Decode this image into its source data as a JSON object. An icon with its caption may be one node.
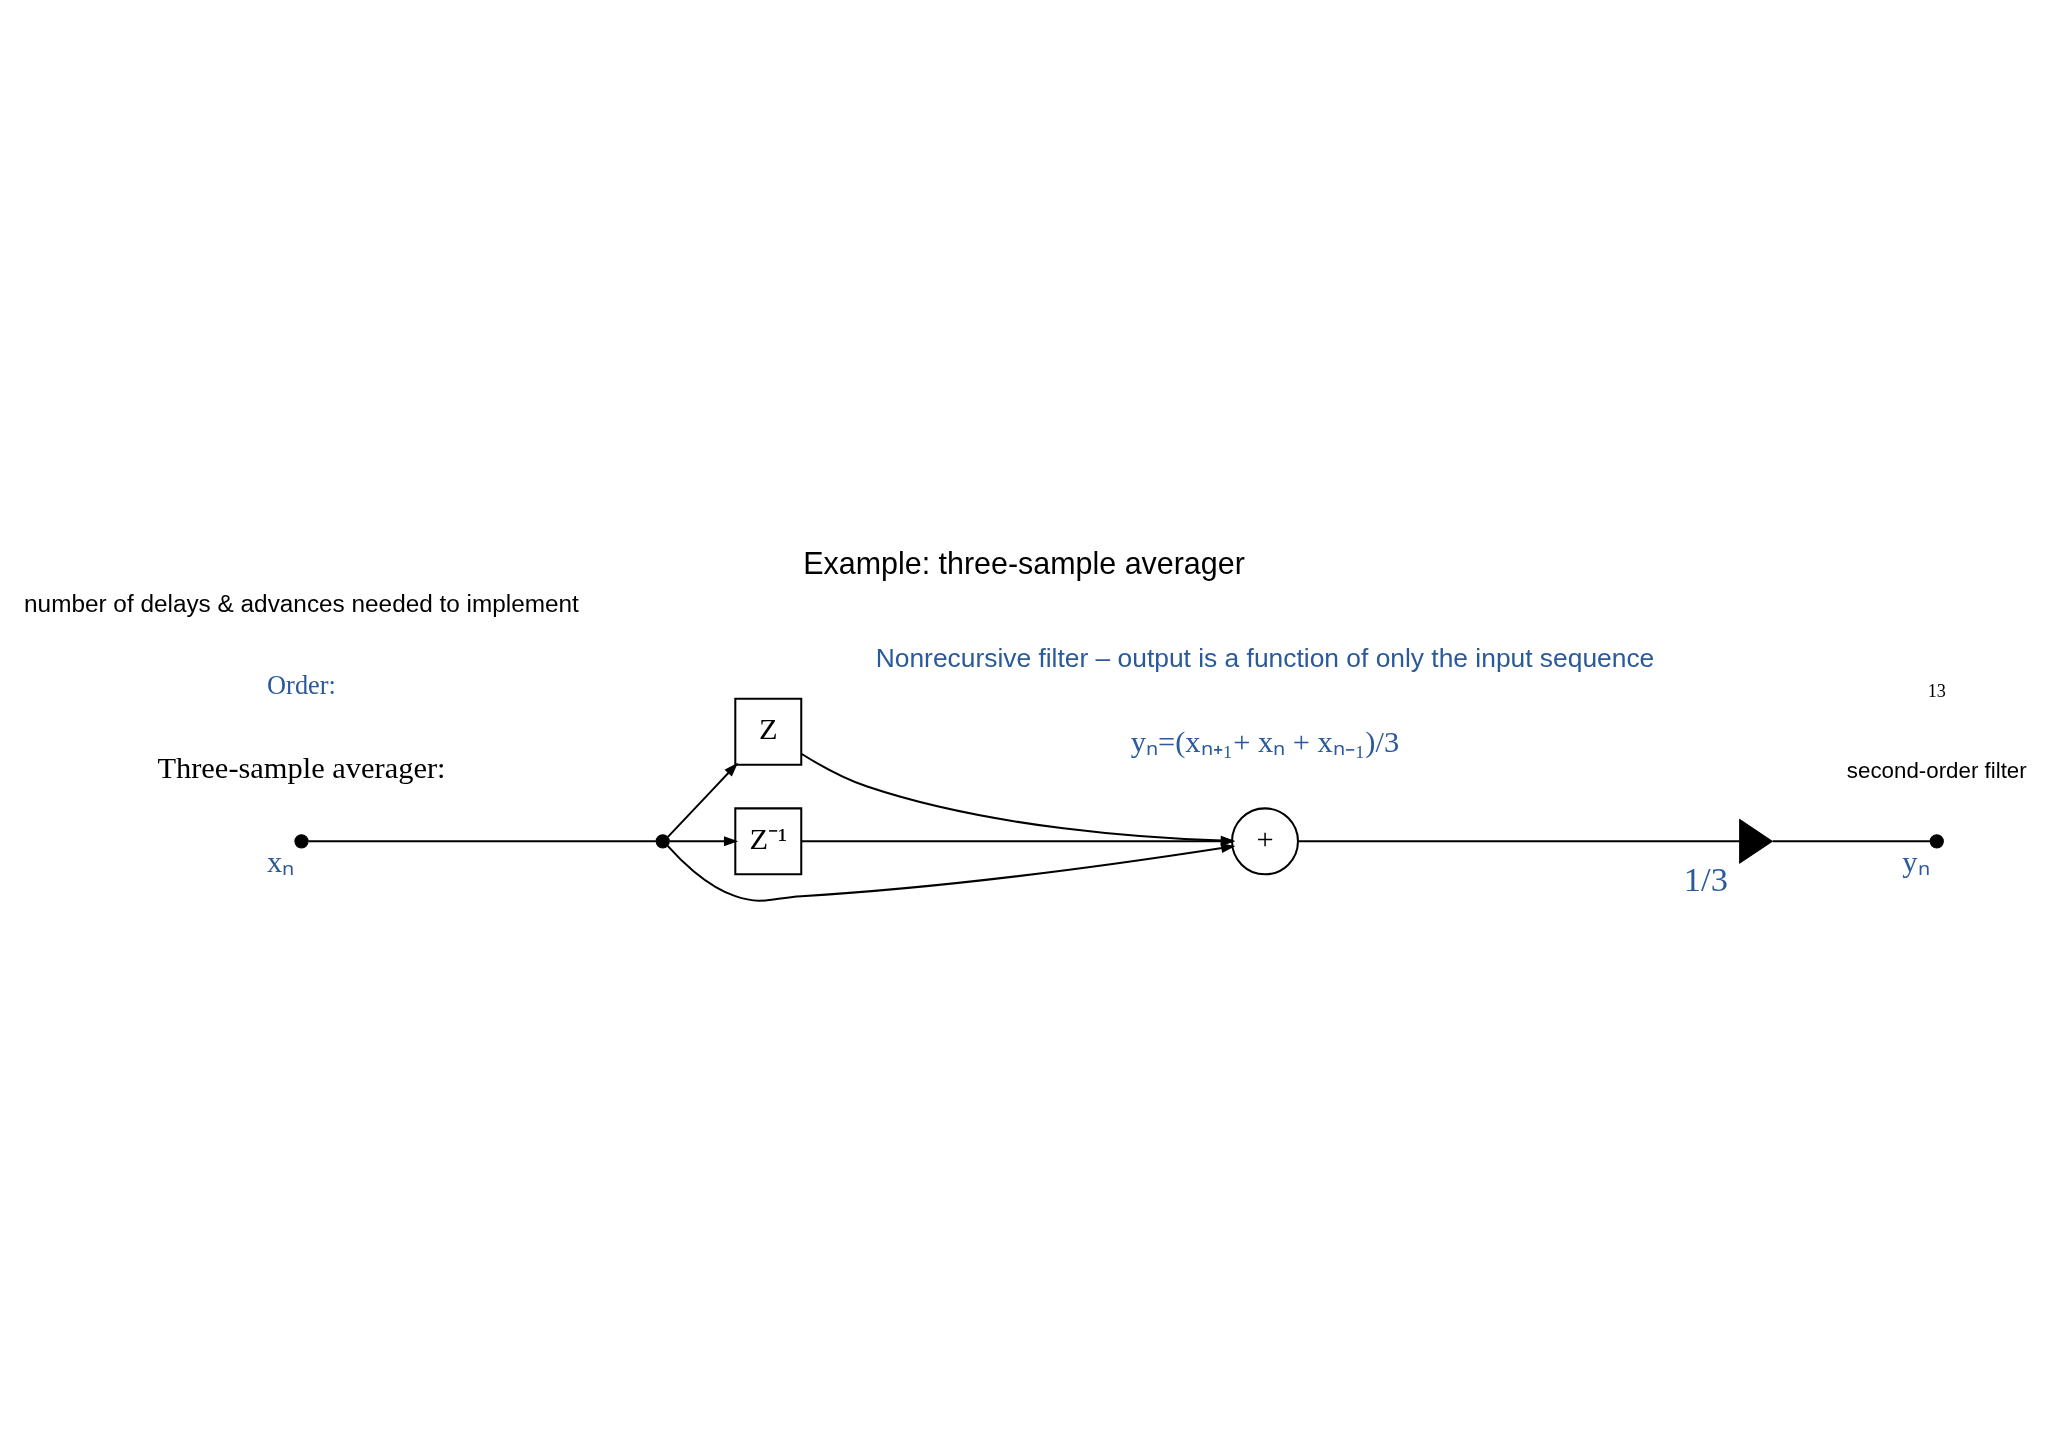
{
  "diagram": {
    "title": "Example: three-sample averager",
    "nodes": [
      {
        "text": [],
        "shape": "circle",
        "beside": [
          "xₙ"
        ]
      },
      {
        "text": [],
        "shape": "circle"
      },
      {
        "text": [
          "Z"
        ]
      },
      {
        "text": [
          "Z⁻¹"
        ]
      },
      {
        "text": [
          "+"
        ]
      },
      {
        "text": [],
        "shape": "triangle",
        "beside": [
          "1/3"
        ]
      },
      {
        "text": [],
        "shape": "circle",
        "beside": [
          "yₙ"
        ]
      }
    ],
    "edges": [
      {
        "from": 0,
        "to": 1,
        "arrow": "none"
      },
      {
        "from": 1,
        "to": 2,
        "arrow": "to"
      },
      {
        "from": 1,
        "to": 3,
        "arrow": "to"
      },
      {
        "from": 1,
        "to": 4,
        "arrow": "to"
      },
      {
        "from": 2,
        "to": 4,
        "arrow": "to"
      },
      {
        "from": 3,
        "to": 4,
        "arrow": "to"
      },
      {
        "from": 4,
        "to": 5,
        "arrow": "none"
      },
      {
        "from": 5,
        "to": 6,
        "arrow": "none"
      }
    ],
    "labels": [
      "Three-sample averager:",
      "yₙ=(xₙ₊₁+ xₙ + xₙ₋₁)/3",
      "Order:",
      "number of delays & advances needed to implement",
      "second-order filter",
      "Nonrecursive filter – output is a function of only the input sequence",
      "13"
    ]
  }
}
